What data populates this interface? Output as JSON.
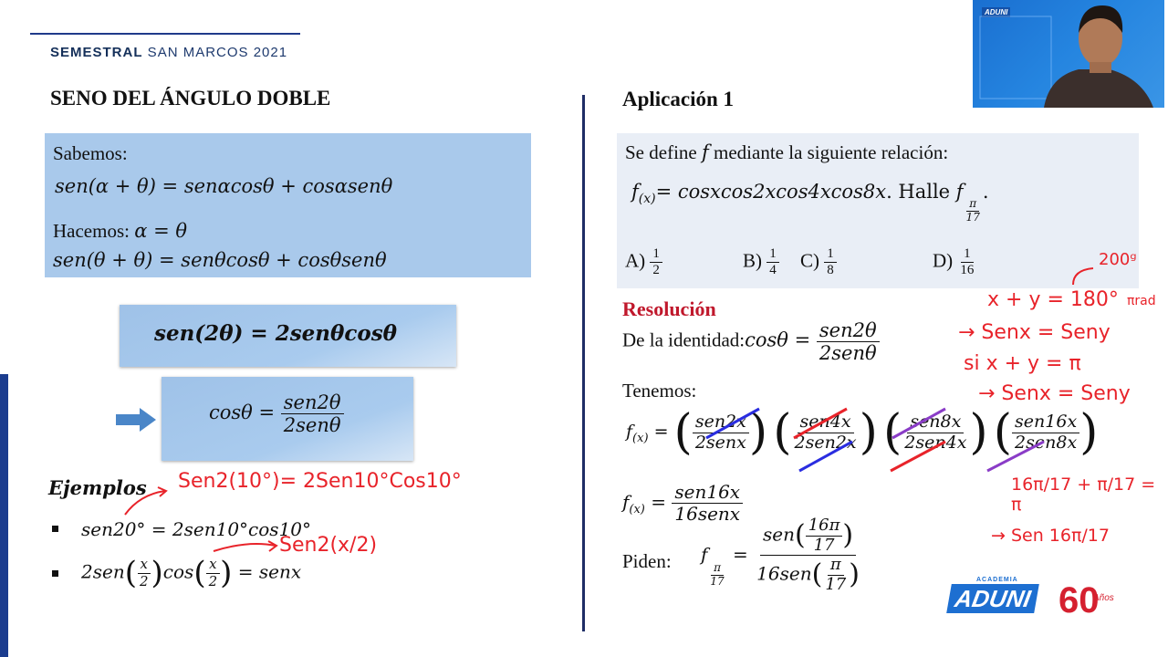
{
  "header": {
    "title_bold": "SEMESTRAL",
    "title_rest": " SAN MARCOS 2021"
  },
  "left": {
    "heading": "SENO DEL ÁNGULO DOBLE",
    "sabemos_label": "Sabemos:",
    "sum_formula": "sen(α + θ) = senαcosθ + cosαsenθ",
    "hacemos_label": "Hacemos: ",
    "hacemos_expr": "α = θ",
    "double_sum": "sen(θ + θ) = senθcosθ + cosθsenθ",
    "main_identity": "sen(2θ) = 2senθcosθ",
    "cos_lhs": "cosθ = ",
    "cos_num": "sen2θ",
    "cos_den": "2senθ",
    "ejemplos_label": "Ejemplos",
    "ex1": "sen20° = 2sen10°cos10°",
    "ex2_a": "2sen",
    "ex2_b": "cos",
    "ex2_c": " = senx",
    "ex2_frac_num": "x",
    "ex2_frac_den": "2",
    "handwritten_1": "Sen2(10°)= 2Sen10°Cos10°",
    "handwritten_2": "Sen2(x/2)"
  },
  "right": {
    "heading": "Aplicación 1",
    "prompt_a": "Se define ",
    "prompt_f": "f",
    "prompt_b": " mediante la siguiente relación:",
    "func_def": "= cosxcos2xcos4xcos8x",
    "func_lhs": "f",
    "func_sub": "(x)",
    "halle": ". Halle ",
    "halle_f": "f",
    "halle_num": "π",
    "halle_den": "17",
    "options": [
      {
        "label": "A)",
        "num": "1",
        "den": "2"
      },
      {
        "label": "B)",
        "num": "1",
        "den": "4"
      },
      {
        "label": "C)",
        "num": "1",
        "den": "8"
      },
      {
        "label": "D)",
        "num": "1",
        "den": "16"
      }
    ],
    "resolucion": "Resolución",
    "identidad_label": "De la identidad:",
    "identidad_lhs": "cosθ = ",
    "identidad_num": "sen2θ",
    "identidad_den": "2senθ",
    "tenemos": "Tenemos:",
    "product_fracs": [
      {
        "num": "sen2x",
        "den": "2senx"
      },
      {
        "num": "sen4x",
        "den": "2sen2x"
      },
      {
        "num": "sen8x",
        "den": "2sen4x"
      },
      {
        "num": "sen16x",
        "den": "2sen8x"
      }
    ],
    "result_num": "sen16x",
    "result_den": "16senx",
    "piden_label": "Piden:",
    "piden_num": "sen",
    "piden_den": "16sen",
    "piden_in_num": "16π",
    "piden_in_den": "17",
    "piden_in2_num": "π",
    "piden_in2_den": "17",
    "hand_notes": [
      "200ᵍ",
      "x + y = 180°",
      "πrad",
      "→ Senx = Seny",
      "si  x + y = π",
      "→ Senx = Seny",
      "16π/17 + π/17 = π",
      "→ Sen 16π/17"
    ]
  },
  "logos": {
    "academia": "ACADEMIA",
    "aduni": "ADUNI",
    "sixty": "60",
    "anos": "Años",
    "cam_tag": "ADUNI"
  },
  "colors": {
    "box_blue": "#a9c9eb",
    "header_blue": "#1f3a8a",
    "resolucion_red": "#c0182c",
    "ink_red": "#e8232a"
  }
}
